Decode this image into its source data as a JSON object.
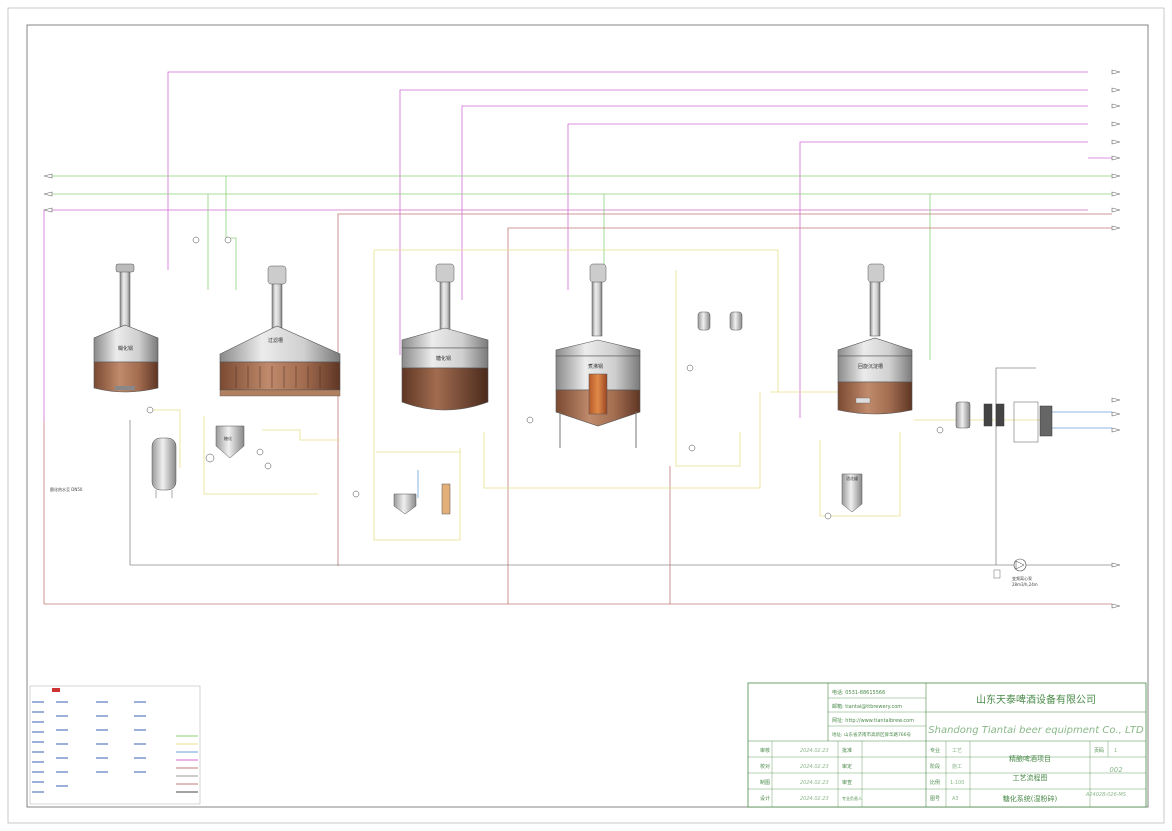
{
  "tanks": {
    "mash_tun": {
      "label": "糊化锅"
    },
    "lauter_tun": {
      "label": "过滤槽"
    },
    "mash_kettle": {
      "label": "糖化锅"
    },
    "boil_kettle": {
      "label": "煮沸锅"
    },
    "whirlpool": {
      "label": "回旋沉淀槽"
    },
    "hops_tank": {
      "label": "酒花罐"
    },
    "grist_case": {
      "label": "糖化"
    }
  },
  "title_block": {
    "company_cn": "山东天泰啤酒设备有限公司",
    "company_en": "Shandong Tiantai beer equipment Co., LTD",
    "tel": "电话: 0531-88615566",
    "email": "邮箱: tiantai@ttbrewery.com",
    "website": "网址: http://www.tiantaibrew.com",
    "address": "地址: 山东省济南市高新区舜华路766号",
    "project": "精酿啤酒项目",
    "drawing_name": "工艺流程图",
    "system_name": "糖化系统(湿粉碎)",
    "sheet_label": "页码",
    "sheet_no": "1",
    "drawing_no": "002",
    "doc_code": "A2402B-026-MS",
    "scale": "1:100",
    "paper": "A3",
    "dates": [
      "2024.02.23",
      "2024.02.23",
      "2024.02.23",
      "2024.02.23"
    ],
    "roles": [
      "审核",
      "校对",
      "制图",
      "设计"
    ],
    "roles2": [
      "批准",
      "审定",
      "审查",
      "专业负责人"
    ],
    "fields": [
      "专业",
      "阶段",
      "比例",
      "图号"
    ],
    "field_values": [
      "工艺",
      "施工",
      "1:100",
      "A3"
    ]
  },
  "annotations": {
    "pump_note": "变频离心泵",
    "pump_spec": "28m3/h,24m",
    "left_note": "酿化热水至 DN50"
  },
  "line_colors": {
    "magenta": "#d36bd3",
    "green": "#8ccf7a",
    "yellow": "#e8e08a",
    "red": "#c27a7a",
    "blue": "#6aa0d8",
    "gray": "#9a9a9a"
  }
}
